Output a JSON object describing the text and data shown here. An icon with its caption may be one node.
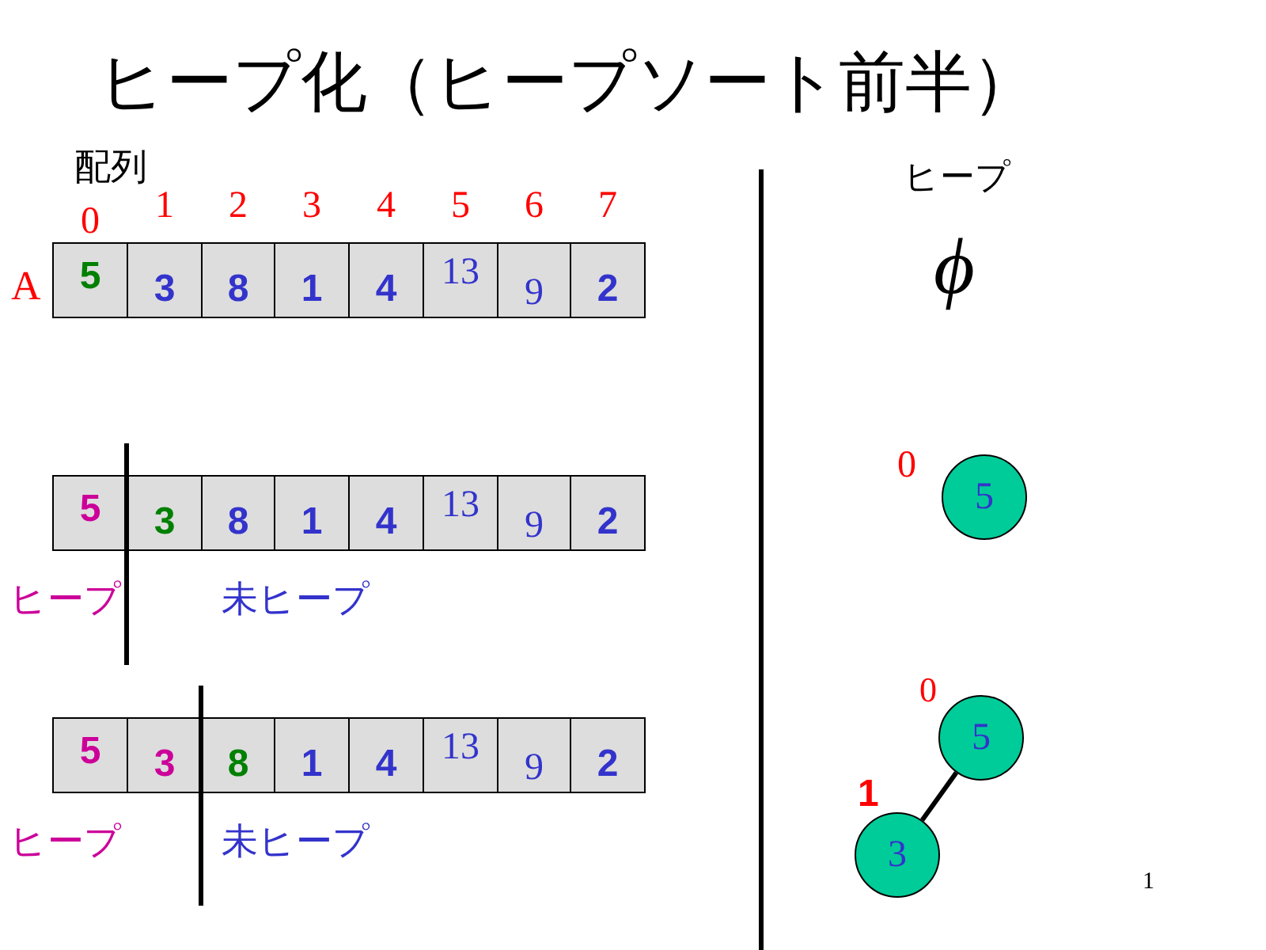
{
  "diagram": {
    "title": "ヒープ化（ヒープソート前半）",
    "nodes": [
      {
        "text": [
          "5"
        ],
        "beside": [
          "0"
        ]
      },
      {
        "text": [
          "3"
        ],
        "beside": [
          "1"
        ]
      },
      {
        "text": [
          "8"
        ],
        "beside": [
          "2"
        ]
      },
      {
        "text": [
          "1"
        ],
        "beside": [
          "3"
        ]
      },
      {
        "text": [
          "4"
        ],
        "beside": [
          "4"
        ]
      },
      {
        "text": [
          "13"
        ],
        "beside": [
          "5"
        ]
      },
      {
        "text": [
          "9"
        ],
        "beside": [
          "6"
        ]
      },
      {
        "text": [
          "2"
        ],
        "beside": [
          "7"
        ]
      },
      {
        "text": [
          "5"
        ]
      },
      {
        "text": [
          "3"
        ]
      },
      {
        "text": [
          "8"
        ]
      },
      {
        "text": [
          "1"
        ]
      },
      {
        "text": [
          "4"
        ]
      },
      {
        "text": [
          "13"
        ]
      },
      {
        "text": [
          "9"
        ]
      },
      {
        "text": [
          "2"
        ]
      },
      {
        "text": [
          "5"
        ]
      },
      {
        "text": [
          "3"
        ]
      },
      {
        "text": [
          "8"
        ]
      },
      {
        "text": [
          "1"
        ]
      },
      {
        "text": [
          "4"
        ]
      },
      {
        "text": [
          "13"
        ]
      },
      {
        "text": [
          "9"
        ]
      },
      {
        "text": [
          "2"
        ]
      },
      {
        "text": [
          "5"
        ],
        "beside": [
          "0"
        ]
      },
      {
        "text": [
          "5"
        ],
        "beside": [
          "0"
        ]
      },
      {
        "text": [
          "3"
        ],
        "beside": [
          "1"
        ]
      }
    ],
    "edges": [
      {
        "from": 25,
        "to": 26,
        "arrow": "none"
      }
    ],
    "labels": [
      "配列",
      "ヒープ",
      "ϕ",
      "A",
      "ヒープ",
      "未ヒープ",
      "ヒープ",
      "未ヒープ",
      "1"
    ]
  }
}
